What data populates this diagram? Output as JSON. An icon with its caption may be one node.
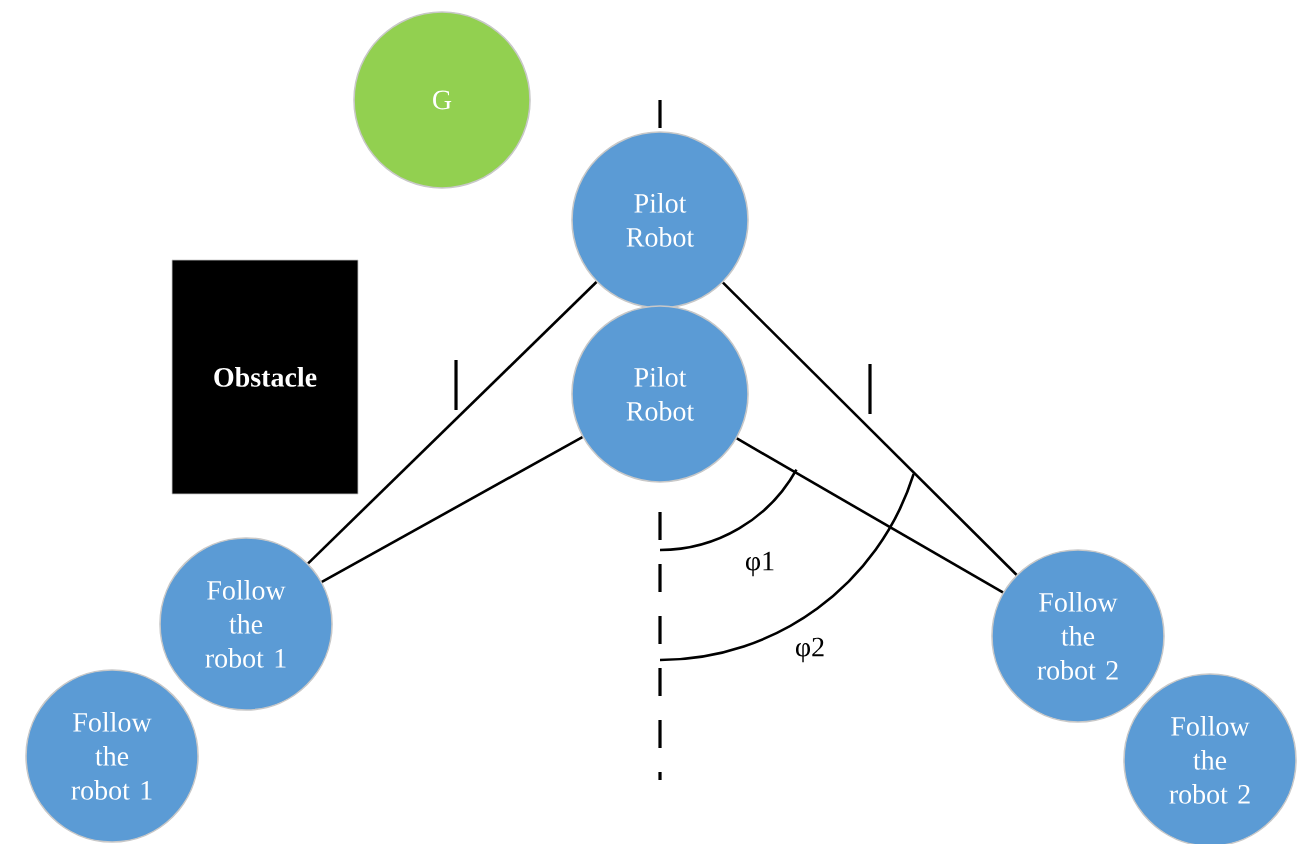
{
  "diagram": {
    "nodes": [
      {
        "text": [
          "G"
        ]
      },
      {
        "text": [
          "Obstacle"
        ]
      },
      {
        "text": [
          "Pilot Robot"
        ]
      },
      {
        "text": [
          "Pilot Robot"
        ]
      },
      {
        "text": [
          "Follow the robot 1"
        ]
      },
      {
        "text": [
          "Follow the robot 1"
        ]
      },
      {
        "text": [
          "Follow the robot 2"
        ]
      },
      {
        "text": [
          "Follow the robot 2"
        ]
      }
    ],
    "edges": [
      {
        "from": 2,
        "to": 4,
        "arrow": "none"
      },
      {
        "from": 3,
        "to": 4,
        "arrow": "none"
      },
      {
        "from": 2,
        "to": 6,
        "arrow": "none"
      },
      {
        "from": 3,
        "to": 6,
        "arrow": "none"
      }
    ],
    "labels": [
      "φ1",
      "φ2"
    ]
  }
}
